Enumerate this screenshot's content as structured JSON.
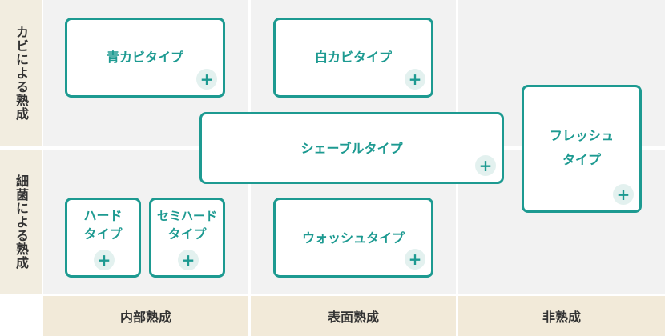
{
  "row_headers": {
    "mold": "カビによる熟成",
    "bacteria": "細菌による熟成"
  },
  "column_headers": {
    "internal": "内部熟成",
    "surface": "表面熟成",
    "none": "非熟成"
  },
  "cards": {
    "blue_mold": {
      "label": "青カビタイプ",
      "icon": "+"
    },
    "white_mold": {
      "label": "白カビタイプ",
      "icon": "+"
    },
    "chevre": {
      "label": "シェーブルタイプ",
      "icon": "+"
    },
    "fresh": {
      "line1": "フレッシュ",
      "line2": "タイプ",
      "icon": "+"
    },
    "hard": {
      "line1": "ハード",
      "line2": "タイプ",
      "icon": "+"
    },
    "semi_hard": {
      "line1": "セミハード",
      "line2": "タイプ",
      "icon": "+"
    },
    "wash": {
      "label": "ウォッシュタイプ",
      "icon": "+"
    }
  },
  "colors": {
    "accent": "#1d9a91",
    "cell_bg": "#f2f2f2",
    "header_bg": "#f2ead9",
    "plus_bg": "#e3f1ef"
  },
  "icons": {
    "expand": "plus-icon"
  }
}
